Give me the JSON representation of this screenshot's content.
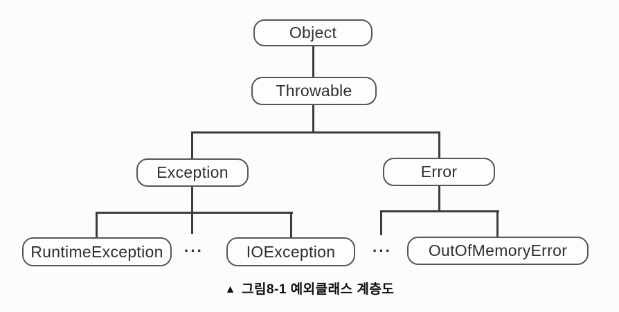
{
  "figure": {
    "type": "class-hierarchy-tree",
    "caption": {
      "marker": "▲",
      "text": "그림8-1  예외클래스 계층도"
    },
    "colors": {
      "background": "#fcfcfa",
      "box_border": "#565656",
      "connector": "#3c3c3c",
      "label_text": "#2e2e2e",
      "caption_text": "#0d0d0d"
    },
    "nodes": {
      "object": {
        "label": "Object"
      },
      "throwable": {
        "label": "Throwable"
      },
      "exception": {
        "label": "Exception"
      },
      "error": {
        "label": "Error"
      },
      "runtime_exception": {
        "label": "RuntimeException"
      },
      "ellipsis_under_exception": {
        "label": "···"
      },
      "io_exception": {
        "label": "IOException"
      },
      "ellipsis_under_error": {
        "label": "···"
      },
      "out_of_memory_error": {
        "label": "OutOfMemoryError"
      }
    },
    "edges": [
      {
        "from": "Object",
        "to": "Throwable"
      },
      {
        "from": "Throwable",
        "to": "Exception"
      },
      {
        "from": "Throwable",
        "to": "Error"
      },
      {
        "from": "Exception",
        "to": "RuntimeException"
      },
      {
        "from": "Exception",
        "to": "···"
      },
      {
        "from": "Exception",
        "to": "IOException"
      },
      {
        "from": "Error",
        "to": "···"
      },
      {
        "from": "Error",
        "to": "OutOfMemoryError"
      }
    ]
  }
}
